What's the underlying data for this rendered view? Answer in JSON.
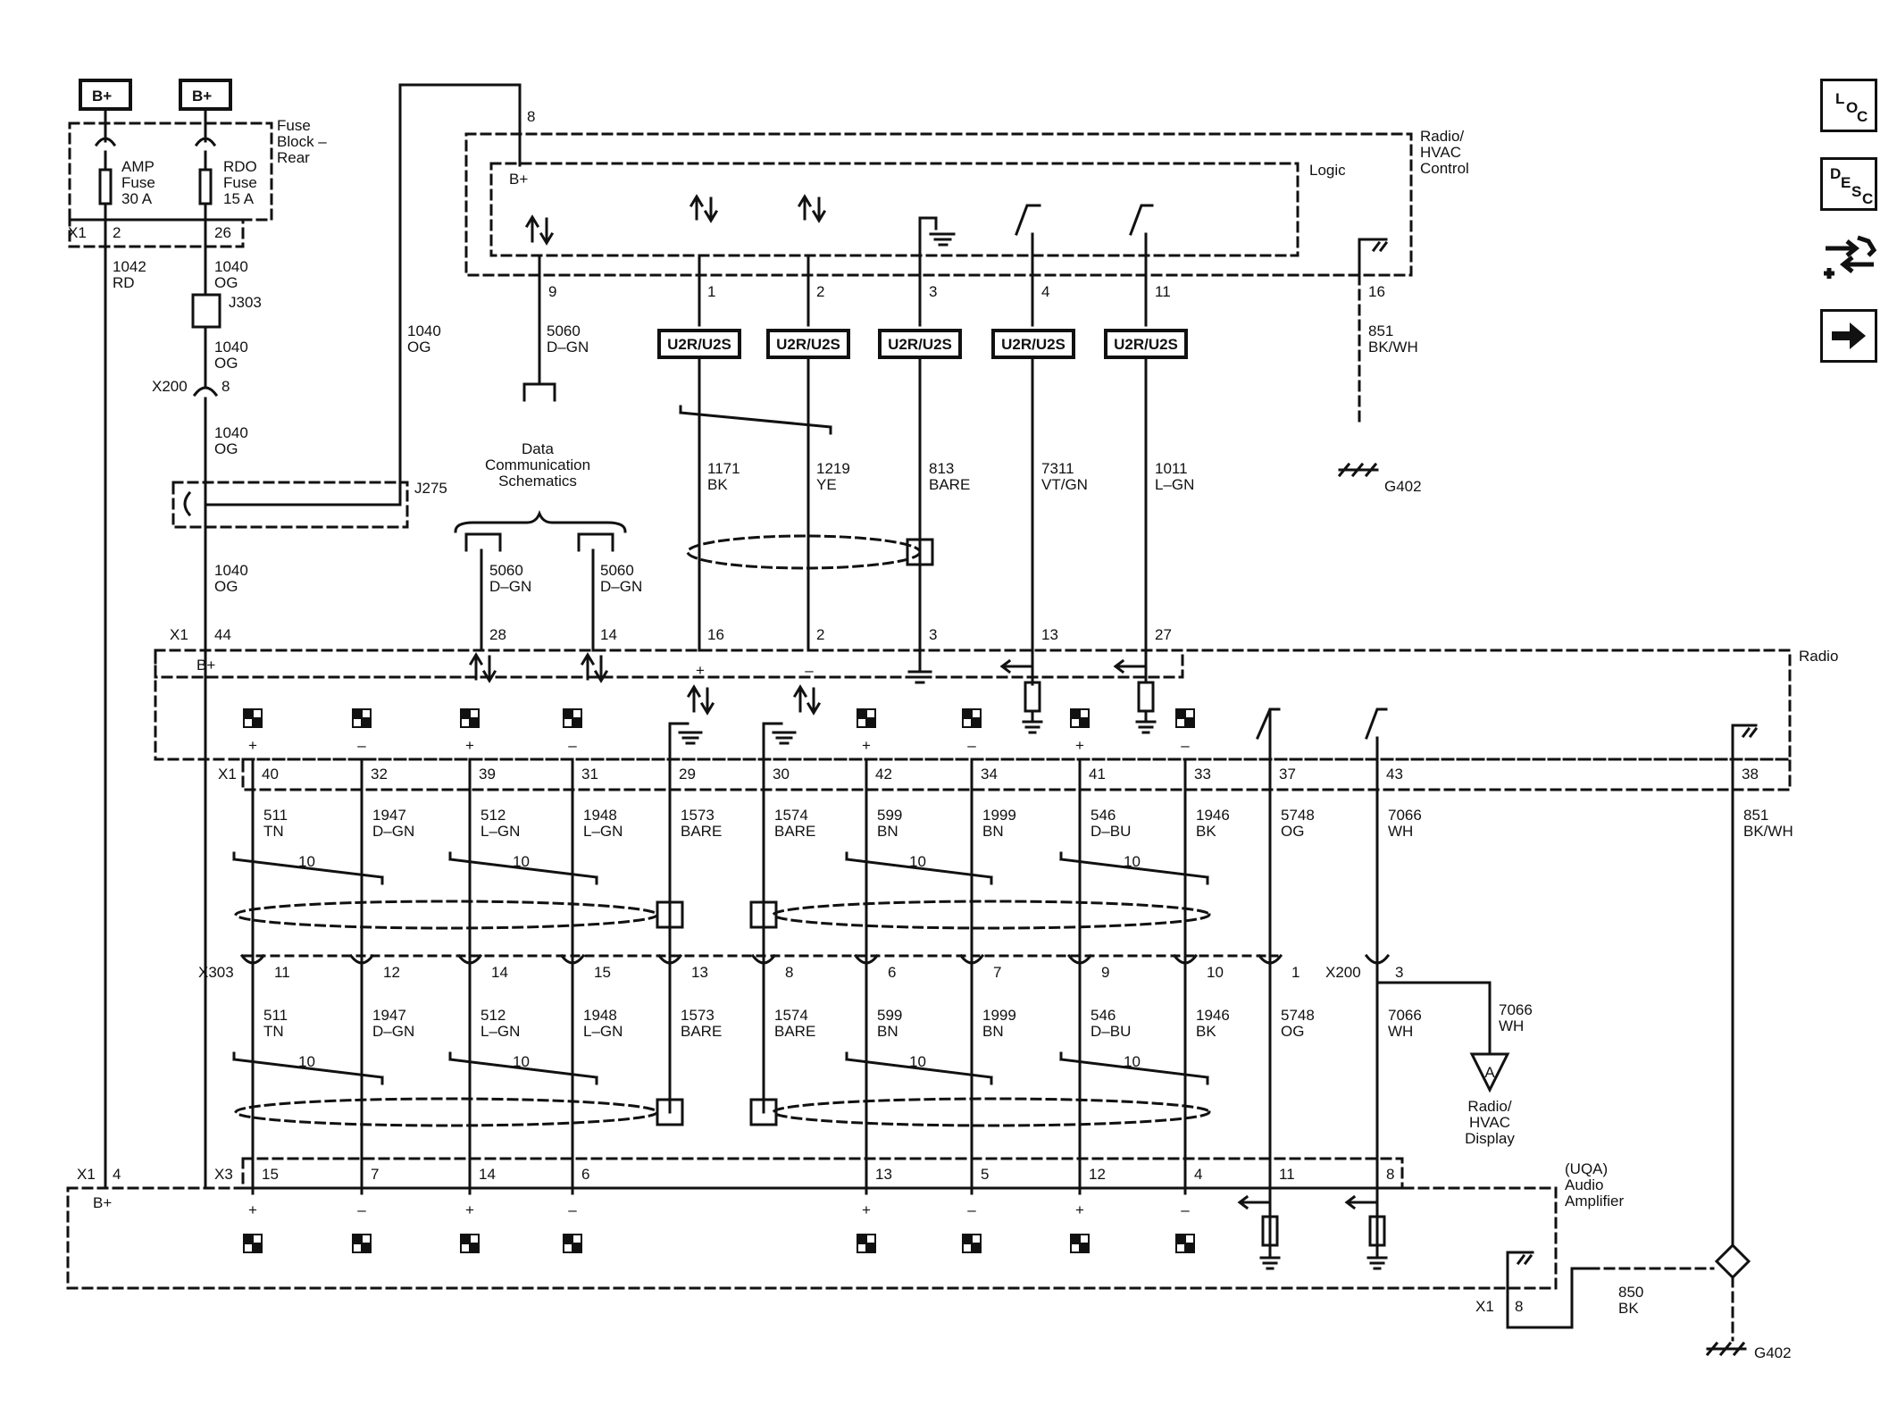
{
  "power": {
    "batt1": "B+",
    "batt2": "B+"
  },
  "fuse_block": {
    "title_lines": [
      "Fuse",
      "Block –",
      "Rear"
    ],
    "amp_fuse": [
      "AMP",
      "Fuse",
      "30 A"
    ],
    "rdo_fuse": [
      "RDO",
      "Fuse",
      "15 A"
    ],
    "connector": "X1",
    "pin_amp": "2",
    "pin_rdo": "26"
  },
  "left_wires": {
    "amp_wire": [
      "1042",
      "RD"
    ],
    "rdo_wire_1": [
      "1040",
      "OG"
    ],
    "splice_j303": "J303",
    "rdo_wire_2": [
      "1040",
      "OG"
    ],
    "inline_x200": "X200",
    "inline_x200_pin": "8",
    "rdo_wire_3": [
      "1040",
      "OG"
    ],
    "splice_j275": "J275",
    "rdo_wire_4": [
      "1040",
      "OG"
    ],
    "top_wire": [
      "1040",
      "OG"
    ],
    "top_pin": "8"
  },
  "radio_hvac_control": {
    "title_lines": [
      "Radio/",
      "HVAC",
      "Control"
    ],
    "logic_label": "Logic",
    "b_plus": "B+",
    "pins": [
      "9",
      "1",
      "2",
      "3",
      "4",
      "11",
      "16"
    ],
    "ecu_tags": [
      "U2R/U2S",
      "U2R/U2S",
      "U2R/U2S",
      "U2R/U2S",
      "U2R/U2S"
    ],
    "wires": [
      [
        "5060",
        "D–GN"
      ],
      [
        "1171",
        "BK"
      ],
      [
        "1219",
        "YE"
      ],
      [
        "813",
        "BARE"
      ],
      [
        "7311",
        "VT/GN"
      ],
      [
        "1011",
        "L–GN"
      ],
      [
        "851",
        "BK/WH"
      ]
    ],
    "ground_ref": "G402"
  },
  "data_comm": {
    "label_lines": [
      "Data",
      "Communication",
      "Schematics"
    ],
    "wires": [
      [
        "5060",
        "D–GN"
      ],
      [
        "5060",
        "D–GN"
      ]
    ]
  },
  "radio": {
    "title": "Radio",
    "connector": "X1",
    "top_pins": [
      "44",
      "28",
      "14",
      "16",
      "2",
      "3",
      "13",
      "27"
    ],
    "b_plus": "B+",
    "bottom_connector": "X1",
    "bottom_pins": [
      "40",
      "32",
      "39",
      "31",
      "29",
      "30",
      "42",
      "34",
      "41",
      "33",
      "37",
      "43",
      "38"
    ],
    "polarity": [
      "+",
      "–",
      "+",
      "–",
      "+",
      "–",
      "+",
      "–",
      "+",
      "–"
    ]
  },
  "upper_wires": [
    [
      "511",
      "TN"
    ],
    [
      "1947",
      "D–GN"
    ],
    [
      "512",
      "L–GN"
    ],
    [
      "1948",
      "L–GN"
    ],
    [
      "1573",
      "BARE"
    ],
    [
      "1574",
      "BARE"
    ],
    [
      "599",
      "BN"
    ],
    [
      "1999",
      "BN"
    ],
    [
      "546",
      "D–BU"
    ],
    [
      "1946",
      "BK"
    ],
    [
      "5748",
      "OG"
    ],
    [
      "7066",
      "WH"
    ],
    [
      "851",
      "BK/WH"
    ]
  ],
  "twist_label": "10",
  "x303": {
    "name": "X303",
    "pins": [
      "11",
      "12",
      "14",
      "15",
      "13",
      "8",
      "6",
      "7",
      "9",
      "10",
      "1"
    ]
  },
  "x200": {
    "name": "X200",
    "pin": "3"
  },
  "lower_wires": [
    [
      "511",
      "TN"
    ],
    [
      "1947",
      "D–GN"
    ],
    [
      "512",
      "L–GN"
    ],
    [
      "1948",
      "L–GN"
    ],
    [
      "1573",
      "BARE"
    ],
    [
      "1574",
      "BARE"
    ],
    [
      "599",
      "BN"
    ],
    [
      "1999",
      "BN"
    ],
    [
      "546",
      "D–BU"
    ],
    [
      "1946",
      "BK"
    ],
    [
      "5748",
      "OG"
    ],
    [
      "7066",
      "WH"
    ]
  ],
  "display_ref": {
    "wire": [
      "7066",
      "WH"
    ],
    "letter": "A",
    "label_lines": [
      "Radio/",
      "HVAC",
      "Display"
    ]
  },
  "amplifier": {
    "title_lines": [
      "(UQA)",
      "Audio",
      "Amplifier"
    ],
    "x3": "X3",
    "x3_pins": [
      "15",
      "7",
      "14",
      "6",
      "13",
      "5",
      "12",
      "4",
      "11",
      "8"
    ],
    "x1": "X1",
    "x1_pin": "4",
    "b_plus": "B+",
    "ground_conn": "X1",
    "ground_pin": "8",
    "ground_wire": [
      "850",
      "BK"
    ],
    "ground_ref": "G402"
  },
  "nav_buttons": [
    {
      "name": "location-button",
      "glyph": "loc-icon"
    },
    {
      "name": "description-button",
      "glyph": "desc-icon"
    },
    {
      "name": "connector-info-button",
      "glyph": "connector-icon"
    },
    {
      "name": "next-page-button",
      "glyph": "arrow-right-icon"
    }
  ],
  "nav_text": {
    "loc": [
      "L",
      "O",
      "C"
    ],
    "desc": [
      "D",
      "E",
      "S",
      "C"
    ]
  }
}
